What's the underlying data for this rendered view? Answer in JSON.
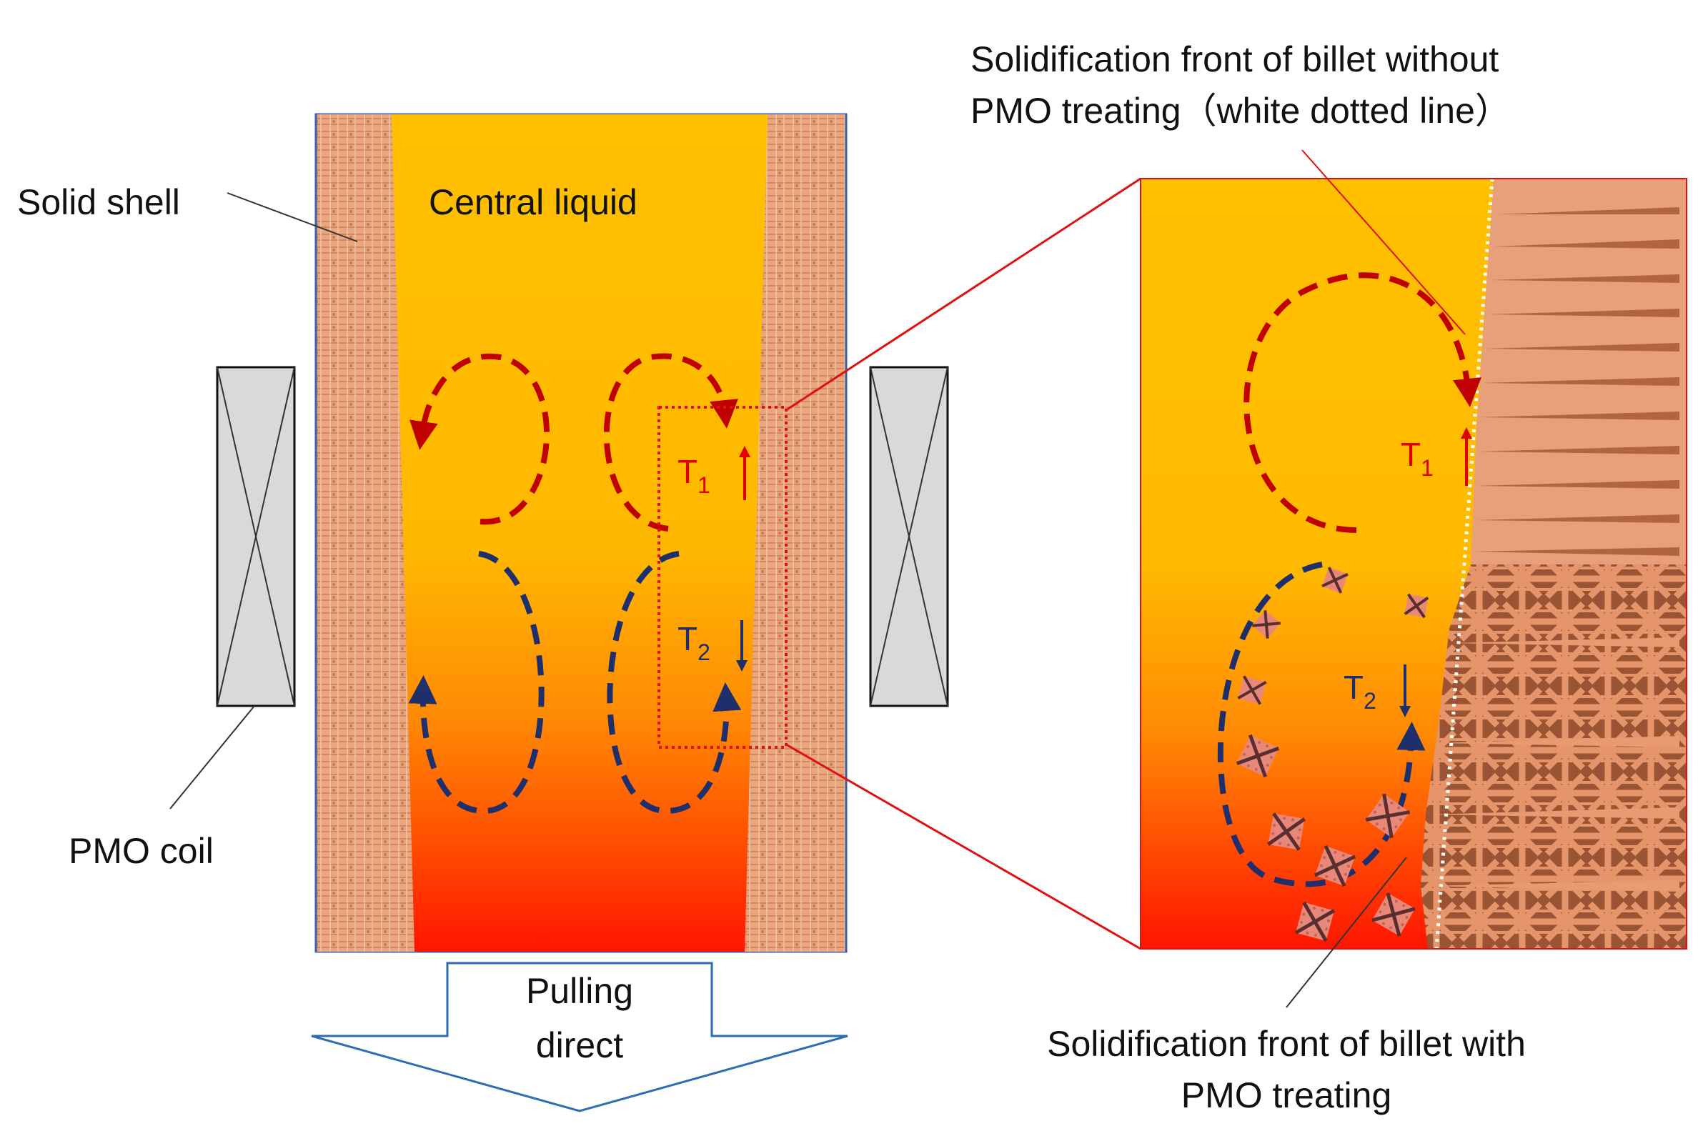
{
  "labels": {
    "solid_shell": "Solid shell",
    "central_liquid": "Central liquid",
    "pmo_coil": "PMO coil",
    "pulling_line1": "Pulling",
    "pulling_line2": "direct",
    "front_without_line1": "Solidification front of billet without",
    "front_without_line2": "PMO treating（white dotted line）",
    "front_with_line1": "Solidification front of billet with",
    "front_with_line2": "PMO treating"
  },
  "temps": {
    "t1": {
      "symbol": "T",
      "sub": "1"
    },
    "t2": {
      "symbol": "T",
      "sub": "2"
    }
  },
  "colors": {
    "liquid_top": "#FFC000",
    "liquid_mid": "#FF8C00",
    "liquid_bottom": "#FF1A00",
    "shell": "#E8A07A",
    "dendrite": "#E0906A",
    "upper_flow": "#C00000",
    "lower_flow": "#1F2F6B",
    "zoom_lines": "#E01010",
    "coil_fill": "#D9D9D9",
    "arrow_outline": "#2E6DB4"
  }
}
